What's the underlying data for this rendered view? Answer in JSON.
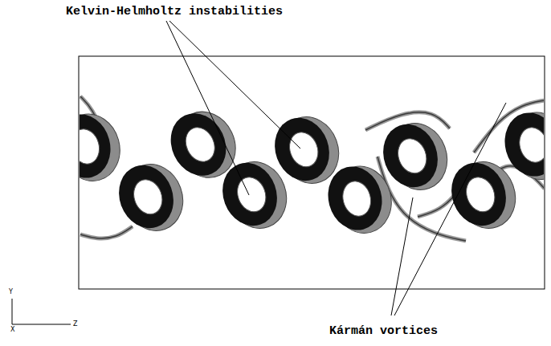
{
  "diagram": {
    "labels": [
      "Kelvin-Helmholtz instabilities",
      "Kármán vortices",
      "Y",
      "X",
      "Z"
    ]
  }
}
